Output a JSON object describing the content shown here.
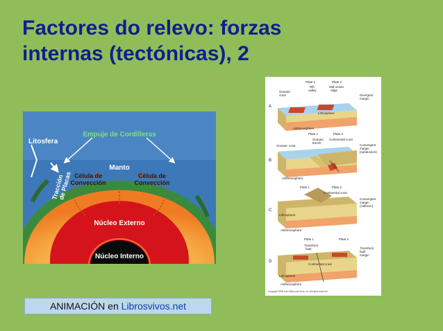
{
  "slide": {
    "title_line1": "Factores do relevo: forzas",
    "title_line2": "internas (tectónicas), 2"
  },
  "earth_diagram": {
    "label_cordilleras": "Empuje de Cordilleras",
    "label_litosfera": "Litosfera",
    "label_traccion_1": "Tracción",
    "label_traccion_2": "de Placas",
    "label_manto": "Manto",
    "label_celula_left_1": "Célula de",
    "label_celula_left_2": "Convección",
    "label_celula_right_1": "Célula de",
    "label_celula_right_2": "Convección",
    "label_nucleo_externo": "Núcleo Externo",
    "label_nucleo_interno": "Núcleo Interno"
  },
  "tectonic_diagram": {
    "a_letter": "A",
    "a_plate1": "Plate 1",
    "a_plate2": "Plate 2",
    "a_rift": "Rift",
    "a_valley": "valley",
    "a_midocean": "Mid-ocean",
    "a_ridge": "ridge",
    "a_oceanic": "Oceanic",
    "a_crust": "crust",
    "a_margin1": "Divergent",
    "a_margin2": "margin",
    "a_lithosphere": "Lithosphere",
    "a_asthenosphere": "Asthenosphere",
    "b_letter": "B",
    "b_plate1": "Plate 1",
    "b_plate2": "Plate 2",
    "b_oceanic1": "Oceanic",
    "b_trench": "trench",
    "b_continental": "Continental crust",
    "b_oceanic_crust": "Oceanic crust",
    "b_margin1": "Convergent",
    "b_margin2": "margin",
    "b_margin3": "(subduction)",
    "b_lithosphere": "Lithosphere",
    "b_asthenosphere": "Asthenosphere",
    "c_letter": "C",
    "c_plate1": "Plate 1",
    "c_plate2": "Plate 2",
    "c_continental": "Continental crust",
    "c_margin1": "Convergent",
    "c_margin2": "margin",
    "c_margin3": "(collision)",
    "c_lithosphere": "Lithosphere",
    "c_asthenosphere": "Asthenosphere",
    "d_letter": "D",
    "d_plate1": "Plate 1",
    "d_plate2": "Plate 2",
    "d_transform1": "Transform",
    "d_fault": "fault",
    "d_margin1": "Transform",
    "d_margin2": "fault",
    "d_margin3": "margin",
    "d_continental": "Continental crust",
    "d_lithosphere": "Lithosphere",
    "d_asthenosphere": "Asthenosphere",
    "copyright": "Copyright 1996 John Wiley and Sons, Inc. All rights reserved."
  },
  "footer": {
    "prefix": "ANIMACIÓN en ",
    "link_text": "Librosvivos.net"
  }
}
